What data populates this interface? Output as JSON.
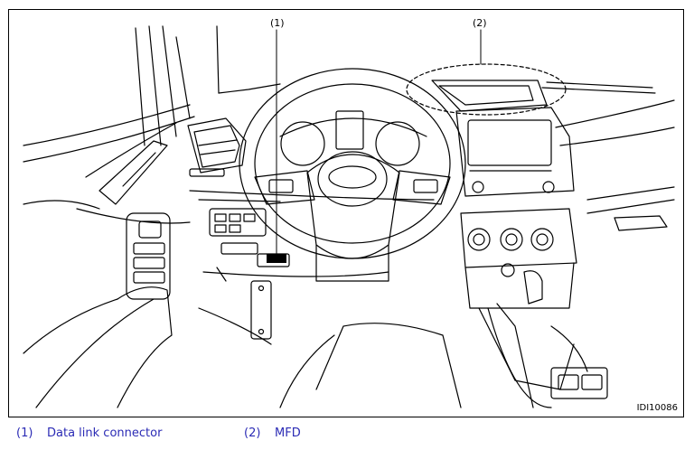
{
  "figure": {
    "image_id": "IDI10086",
    "callouts": [
      {
        "num": "(1)"
      },
      {
        "num": "(2)"
      }
    ]
  },
  "legend": [
    {
      "num": "(1)",
      "label": "Data link connector"
    },
    {
      "num": "(2)",
      "label": "MFD"
    }
  ],
  "colors": {
    "line": "#000000",
    "legend_text": "#2b2bb5"
  }
}
